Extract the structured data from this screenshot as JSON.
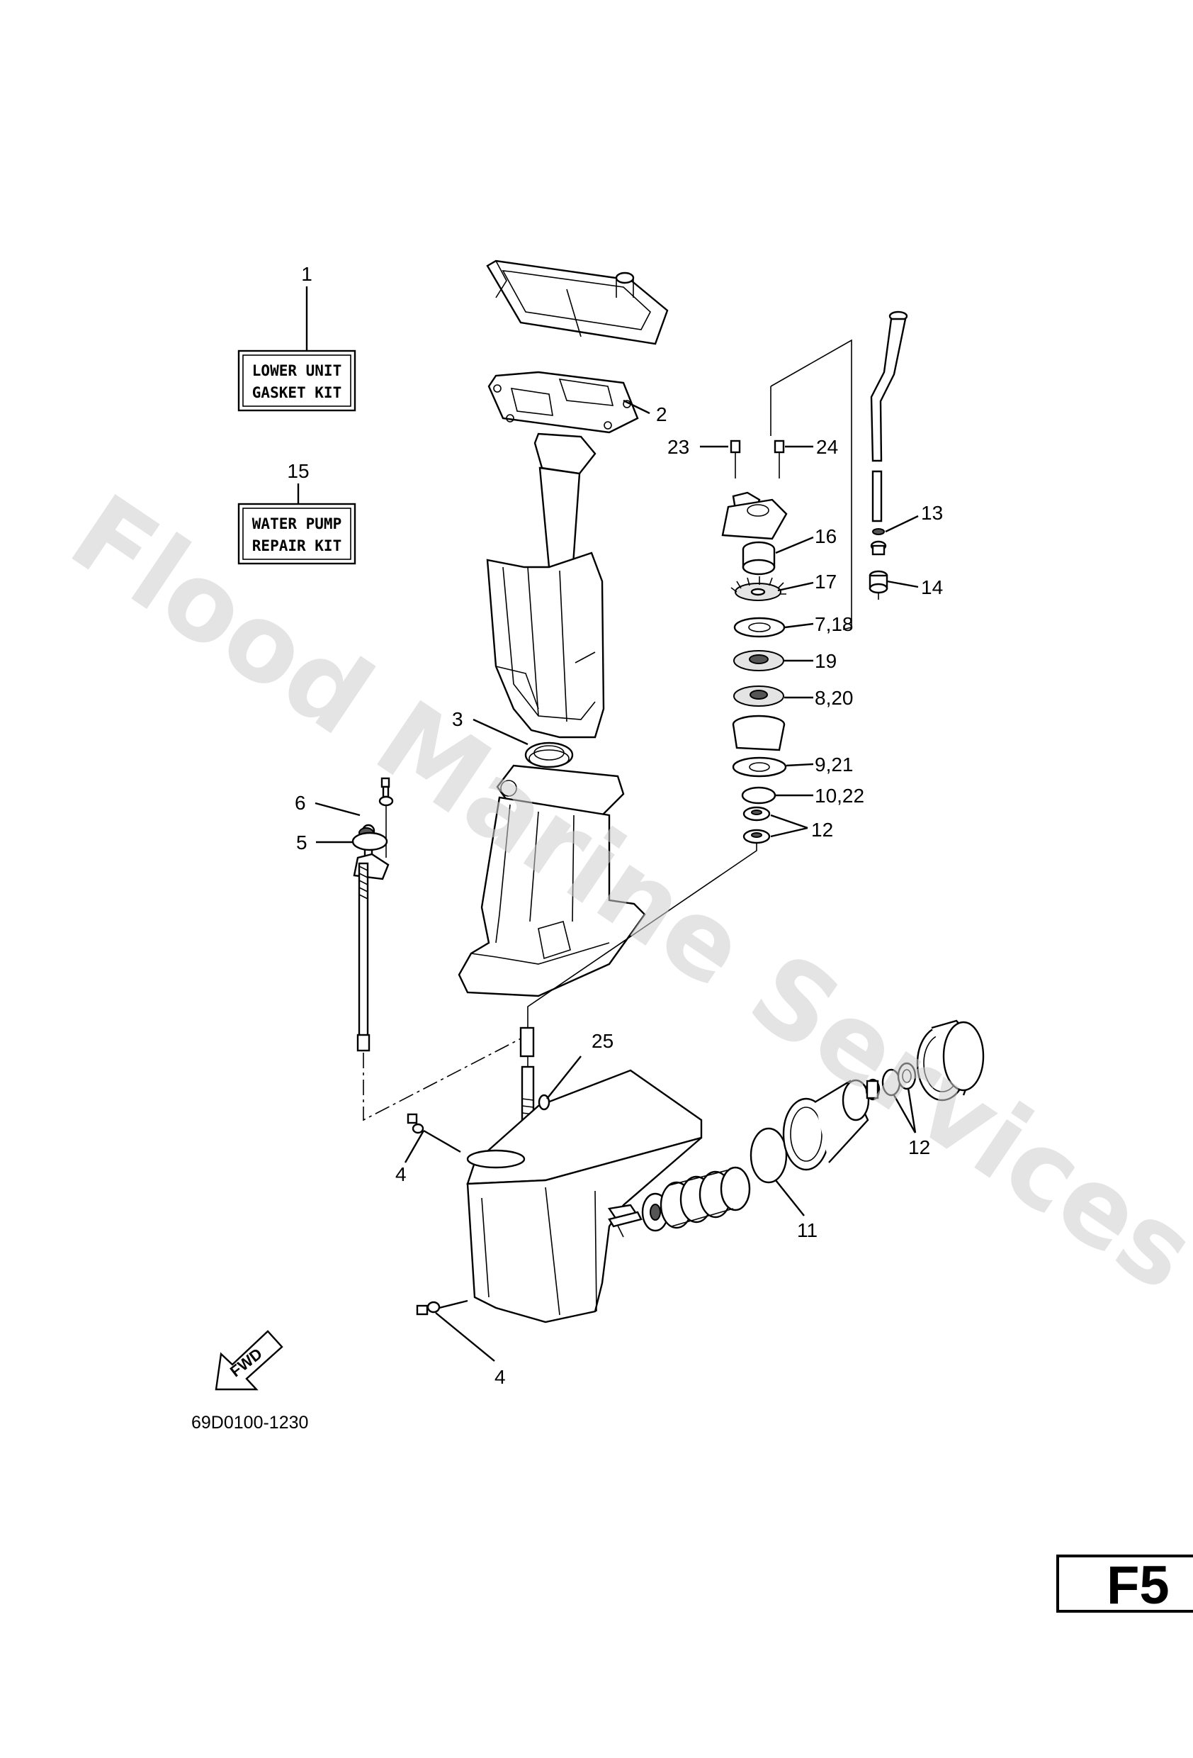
{
  "kits": [
    {
      "number": "1",
      "line1": "LOWER UNIT",
      "line2": "GASKET KIT"
    },
    {
      "number": "15",
      "line1": "WATER PUMP",
      "line2": "REPAIR KIT"
    }
  ],
  "callouts": {
    "c2": "2",
    "c3": "3",
    "c4a": "4",
    "c4b": "4",
    "c5": "5",
    "c6": "6",
    "c7_18": "7,18",
    "c8_20": "8,20",
    "c9_21": "9,21",
    "c10_22": "10,22",
    "c11": "11",
    "c12a": "12",
    "c12b": "12",
    "c13": "13",
    "c14": "14",
    "c16": "16",
    "c17": "17",
    "c19": "19",
    "c23": "23",
    "c24": "24",
    "c25": "25"
  },
  "fwd_label": "FWD",
  "drawing_code": "69D0100-1230",
  "watermark": "Flood Marine Services",
  "page_tag": "F5"
}
